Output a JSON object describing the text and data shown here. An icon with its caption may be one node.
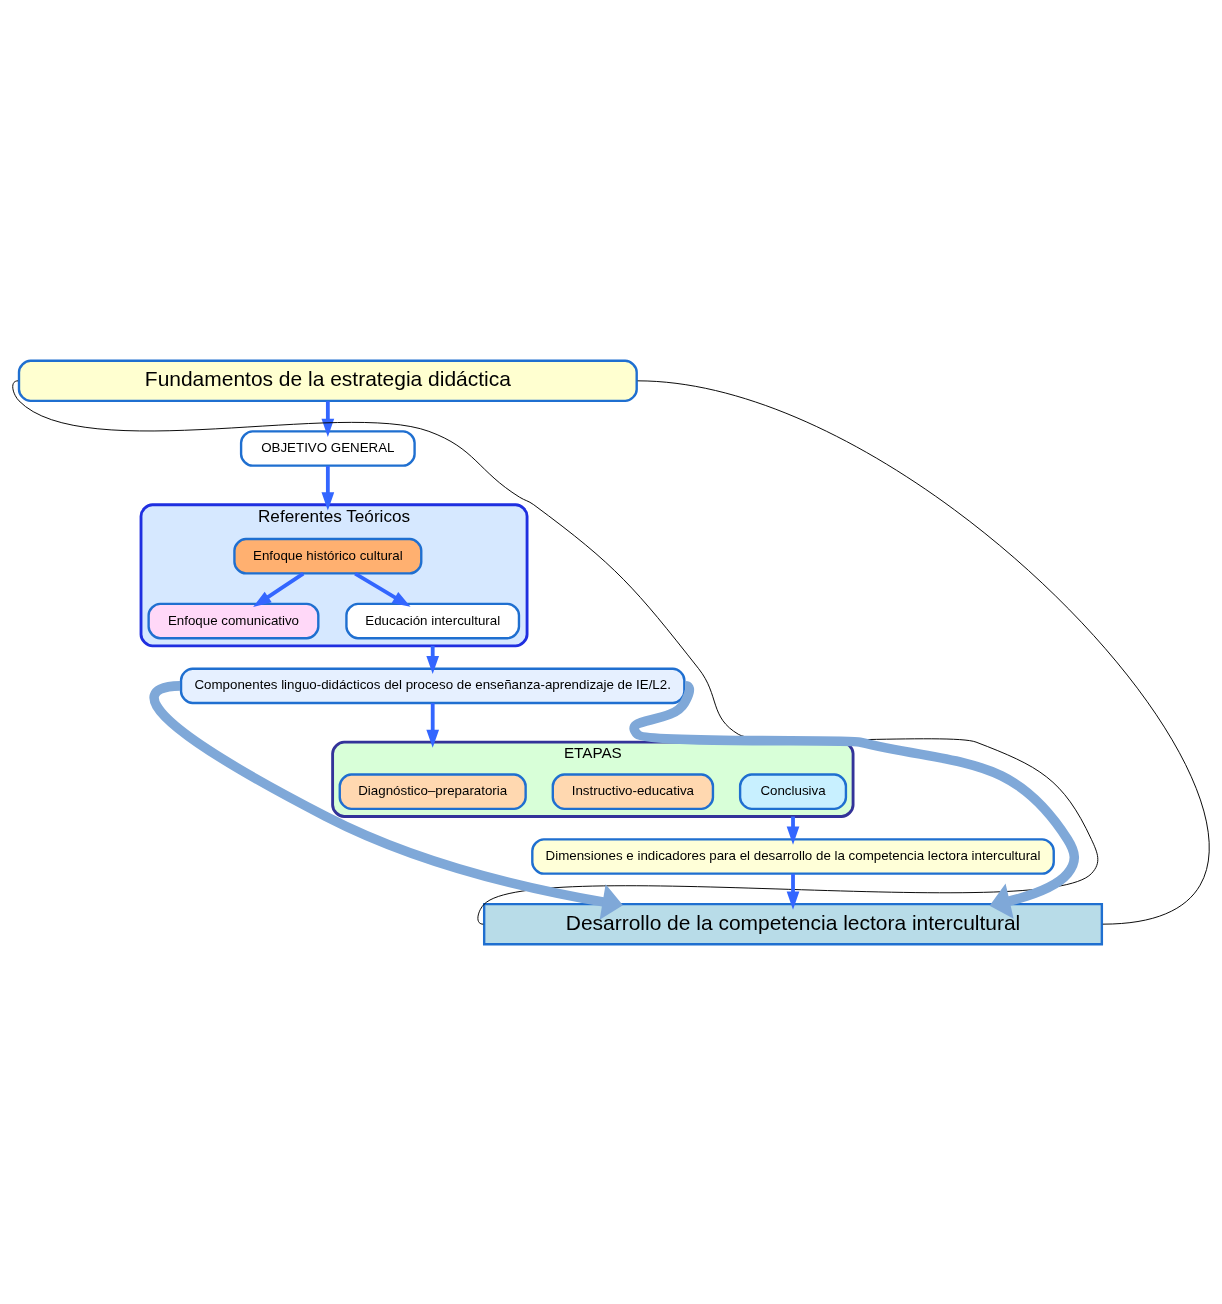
{
  "diagram": {
    "nodes": [
      {
        "text": [
          "Fundamentos de la estrategia didáctica"
        ]
      },
      {
        "text": [
          "OBJETIVO GENERAL"
        ]
      },
      {
        "text": [
          "Referentes Teóricos"
        ]
      },
      {
        "text": [
          "Enfoque histórico cultural"
        ],
        "in": 2
      },
      {
        "text": [
          "Enfoque comunicativo"
        ],
        "in": 2
      },
      {
        "text": [
          "Educación intercultural"
        ],
        "in": 2
      },
      {
        "text": [
          "Componentes linguo-didácticos del proceso de enseñanza-aprendizaje de IE/L2."
        ]
      },
      {
        "text": [
          "ETAPAS"
        ]
      },
      {
        "text": [
          "Diagnóstico–preparatoria"
        ],
        "in": 7
      },
      {
        "text": [
          "Instructivo-educativa"
        ],
        "in": 7
      },
      {
        "text": [
          "Conclusiva"
        ],
        "in": 7
      },
      {
        "text": [
          "Dimensiones e indicadores para el desarrollo de la competencia lectora intercultural"
        ]
      },
      {
        "text": [
          "Desarrollo de la competencia lectora intercultural"
        ]
      }
    ],
    "edges": [
      {
        "from": 0,
        "to": 1,
        "arrow": "to"
      },
      {
        "from": 1,
        "to": 2,
        "arrow": "to"
      },
      {
        "from": 3,
        "to": 4,
        "arrow": "to"
      },
      {
        "from": 3,
        "to": 5,
        "arrow": "to"
      },
      {
        "from": 2,
        "to": 6,
        "arrow": "to"
      },
      {
        "from": 6,
        "to": 7,
        "arrow": "to"
      },
      {
        "from": 7,
        "to": 11,
        "arrow": "to"
      },
      {
        "from": 11,
        "to": 12,
        "arrow": "to"
      },
      {
        "from": 6,
        "to": 12,
        "arrow": "to",
        "style": "thick",
        "color": "#7fa8d8"
      },
      {
        "from": 6,
        "to": 12,
        "arrow": "to",
        "style": "thick",
        "color": "#7fa8d8"
      },
      {
        "from": 0,
        "to": 12,
        "arrow": "none",
        "color": "#000000"
      },
      {
        "from": 0,
        "to": 12,
        "arrow": "none",
        "color": "#000000"
      }
    ]
  }
}
